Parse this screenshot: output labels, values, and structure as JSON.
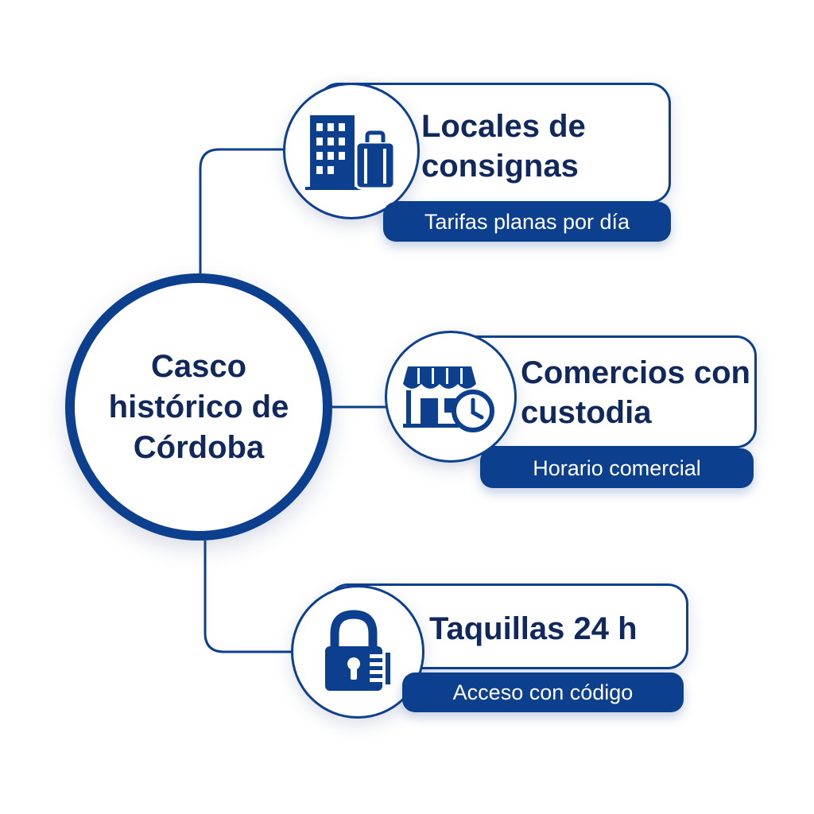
{
  "hub": {
    "title": "Casco histórico de Córdoba"
  },
  "options": [
    {
      "title": "Locales de consignas",
      "tag": "Tarifas planas por día",
      "icon": "building-luggage-icon"
    },
    {
      "title": "Comercios con custodia",
      "tag": "Horario comercial",
      "icon": "shop-clock-icon"
    },
    {
      "title": "Taquillas 24 h",
      "tag": "Acceso con código",
      "icon": "padlock-icon"
    }
  ],
  "colors": {
    "accent": "#0d3f8f",
    "text": "#11285c",
    "background": "#ffffff"
  }
}
